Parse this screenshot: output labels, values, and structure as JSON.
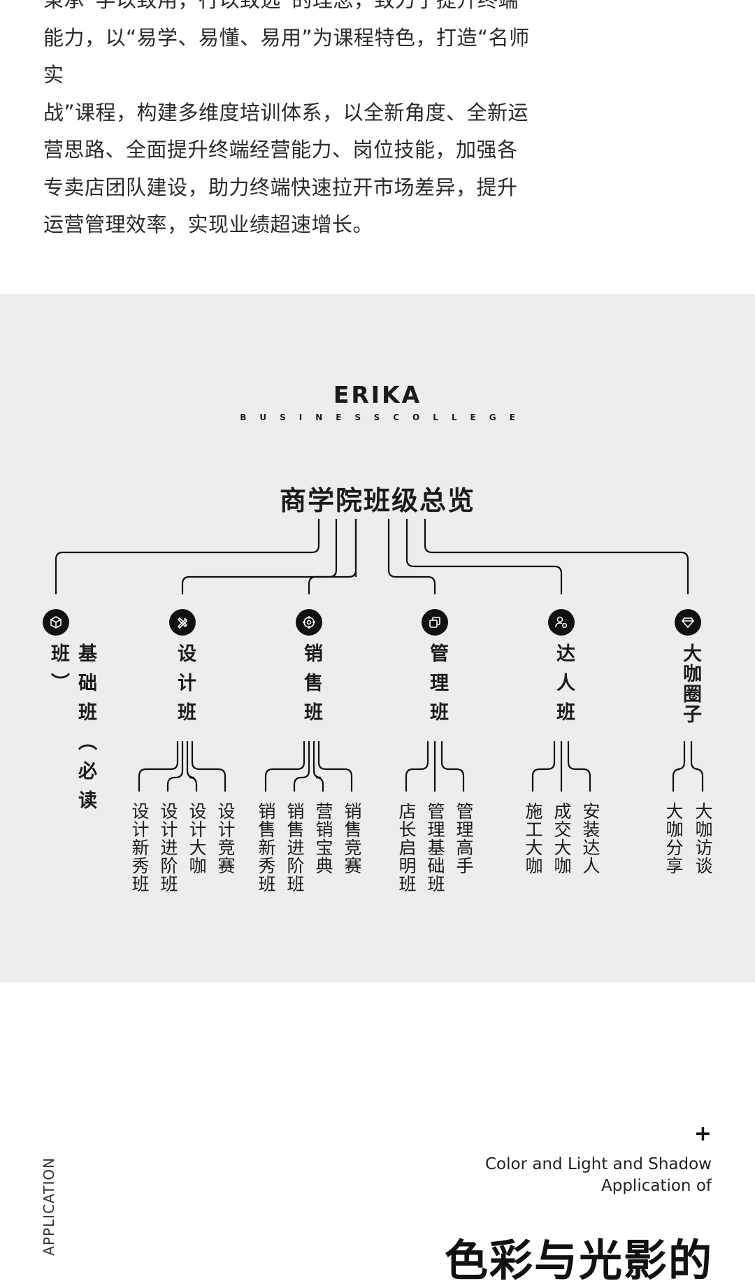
{
  "intro": {
    "lines": [
      "秉承“学以致用，行以致远”的理念，致力于提升终端",
      "能力，以“易学、易懂、易用”为课程特色，打造“名师实",
      "战”课程，构建多维度培训体系，以全新角度、全新运",
      "营思路、全面提升终端经营能力、岗位技能，加强各",
      "专卖店团队建设，助力终端快速拉开市场差异，提升",
      "运营管理效率，实现业绩超速增长。"
    ]
  },
  "panel": {
    "logo": "ERIKA",
    "logo_sub": "BUSINESSCOLLEGE",
    "title": "商学院班级总览",
    "categories": [
      {
        "label": "基础班（必读班）",
        "icon": "cube-icon",
        "subs": []
      },
      {
        "label": "设计班",
        "icon": "pen-ruler-icon",
        "subs": [
          "设计新秀班",
          "设计进阶班",
          "设计大咖",
          "设计竞赛"
        ]
      },
      {
        "label": "销售班",
        "icon": "target-icon",
        "subs": [
          "销售新秀班",
          "销售进阶班",
          "营销宝典",
          "销售竞赛"
        ]
      },
      {
        "label": "管理班",
        "icon": "copy-icon",
        "subs": [
          "店长启明班",
          "管理基础班",
          "管理高手"
        ]
      },
      {
        "label": "达人班",
        "icon": "user-settings-icon",
        "subs": [
          "施工大咖",
          "成交大咖",
          "安装达人"
        ]
      },
      {
        "label": "大咖圈子",
        "icon": "diamond-icon",
        "subs": [
          "大咖分享",
          "大咖访谈"
        ]
      }
    ]
  },
  "footer": {
    "vertical": "APPLICATION",
    "plus": "+",
    "en_line1": "Color and Light and Shadow",
    "en_line2": "Application of",
    "title": "色彩与光影的"
  }
}
